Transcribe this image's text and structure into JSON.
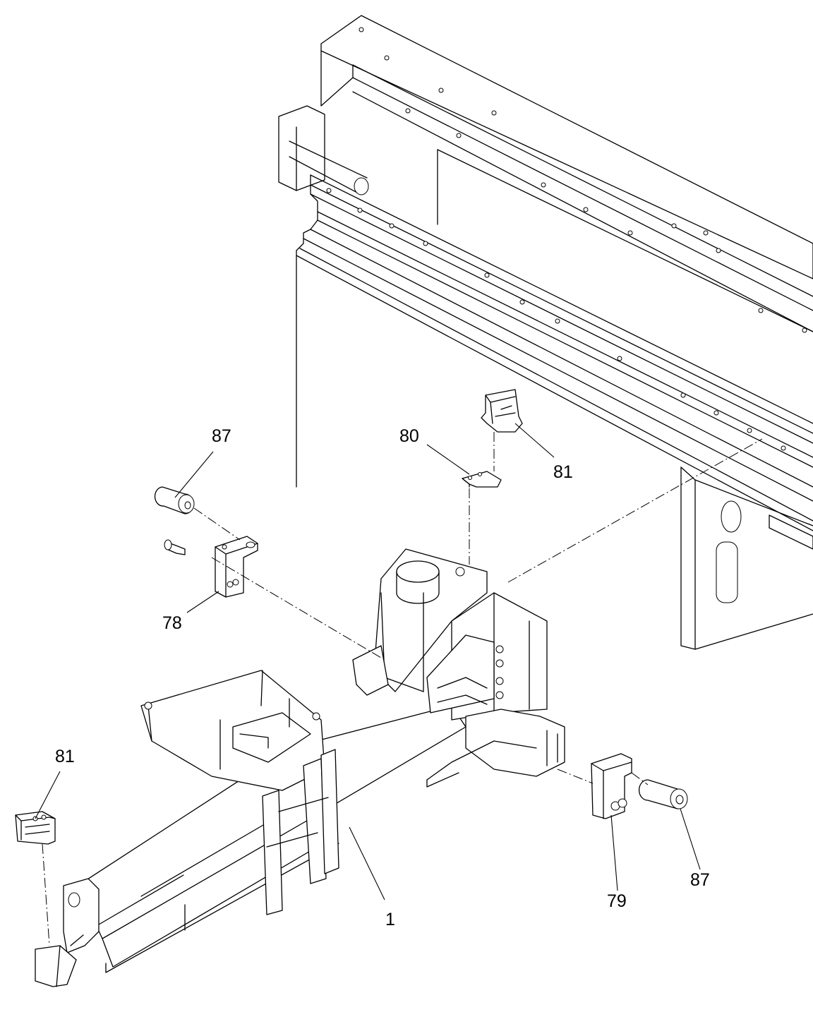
{
  "callouts": [
    {
      "id": "c87a",
      "label": "87"
    },
    {
      "id": "c80",
      "label": "80"
    },
    {
      "id": "c81a",
      "label": "81"
    },
    {
      "id": "c78",
      "label": "78"
    },
    {
      "id": "c81b",
      "label": "81"
    },
    {
      "id": "c79",
      "label": "79"
    },
    {
      "id": "c87b",
      "label": "87"
    },
    {
      "id": "c1",
      "label": "1"
    }
  ]
}
